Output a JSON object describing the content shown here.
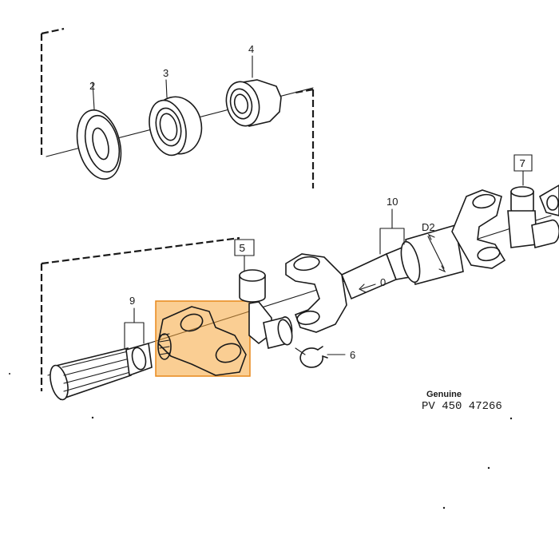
{
  "callouts": {
    "c2": "2",
    "c3": "3",
    "c4": "4",
    "c5": "5",
    "c6": "6",
    "c7": "7",
    "c9": "9",
    "c10": "10",
    "d2": "D2"
  },
  "footer": {
    "brand": "Genuine",
    "ref_number": "PV 450 47266"
  },
  "colors": {
    "highlight": "#f5a53a",
    "highlight_border": "#e8891b",
    "ink": "#1a1a1a"
  }
}
